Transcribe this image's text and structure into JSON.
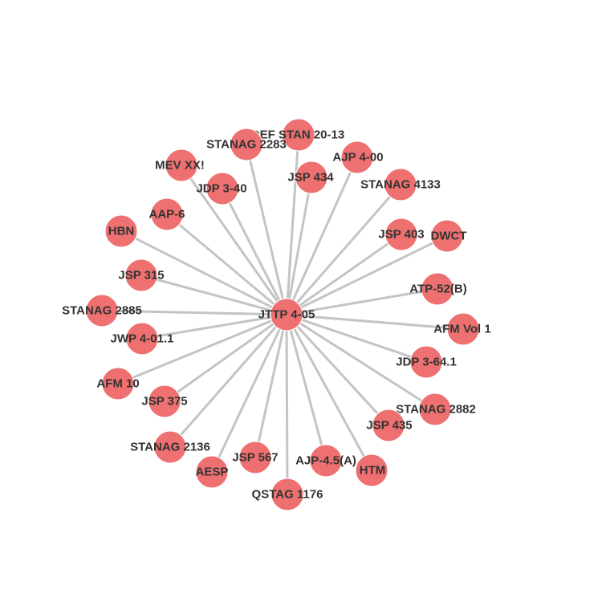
{
  "graph": {
    "center": "JTTP 4-05",
    "nodes": [
      "DEF STAN 20-13",
      "STANAG 2283",
      "AJP 4-00",
      "MEV XX!",
      "JSP 434",
      "JDP 3-40",
      "STANAG 4133",
      "AAP-6",
      "HBN",
      "JSP 403",
      "DWCT",
      "JSP 315",
      "ATP-52(B)",
      "STANAG 2885",
      "AFM Vol 1",
      "JWP 4-01.1",
      "JDP 3-64.1",
      "AFM 10",
      "JSP 375",
      "STANAG 2882",
      "JSP 435",
      "STANAG 2136",
      "JSP 567",
      "AJP-4.5(A)",
      "AESP",
      "HTM",
      "QSTAG 1176"
    ],
    "colors": {
      "node": "#ee7070",
      "edge": "#c4c4c4",
      "label": "#333333"
    }
  }
}
